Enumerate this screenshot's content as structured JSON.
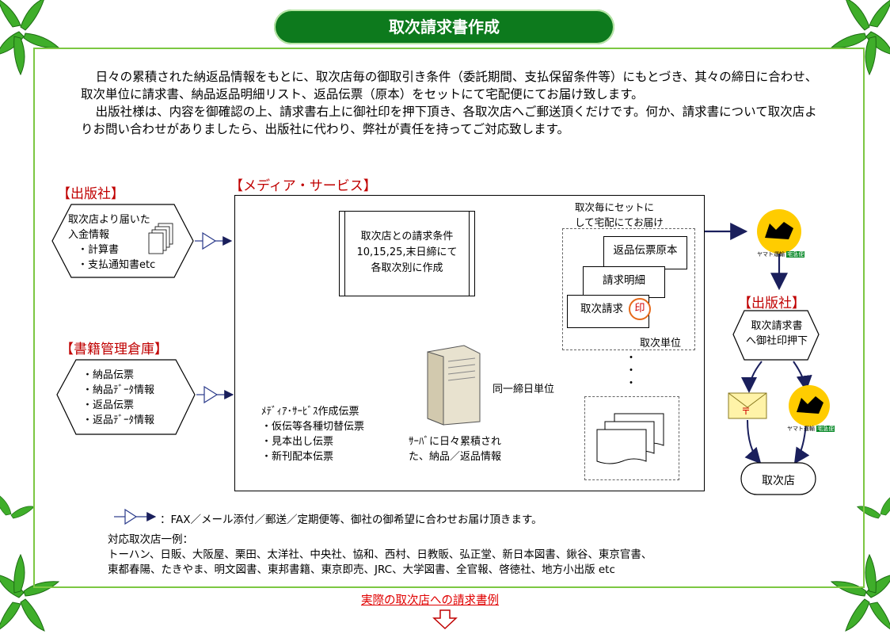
{
  "title": "取次請求書作成",
  "intro": {
    "p1": "日々の累積された納返品情報をもとに、取次店毎の御取引き条件（委託期間、支払保留条件等）にもとづき、其々の締日に合わせ、取次単位に請求書、納品返品明細リスト、返品伝票（原本）をセットにて宅配便にてお届け致します。",
    "p2": "出版社様は、内容を御確認の上、請求書右上に御社印を押下頂き、各取次店へご郵送頂くだけです。何か、請求書について取次店よりお問い合わせがありましたら、出版社に代わり、弊社が責任を持ってご対応致します。"
  },
  "publisher_left": {
    "heading": "【出版社】",
    "line1": "取次店より届いた",
    "line2": "入金情報",
    "item1": "・計算書",
    "item2": "・支払通知書etc"
  },
  "warehouse": {
    "heading": "【書籍管理倉庫】",
    "items": [
      "・納品伝票",
      "・納品ﾃﾞｰﾀ情報",
      "・返品伝票",
      "・返品ﾃﾞｰﾀ情報"
    ]
  },
  "media_service": {
    "heading": "【メディア・サービス】",
    "condition": [
      "取次店との請求条件",
      "10,15,25,末日締にて",
      "各取次別に作成"
    ],
    "slips_title": "ﾒﾃﾞｨｱ･ｻｰﾋﾞｽ作成伝票",
    "slips": [
      "・仮伝等各種切替伝票",
      "・見本出し伝票",
      "・新刊配本伝票"
    ],
    "server_caption": [
      "ｻｰﾊﾞに日々累積され",
      "た、納品／返品情報"
    ],
    "same_day": "同一締日単位",
    "set_caption": [
      "取次毎にセットに",
      "して宅配にてお届け"
    ],
    "doc_returns": "返品伝票原本",
    "doc_statement": "請求明細",
    "doc_invoice": "取次請求",
    "stamp": "印",
    "unit_label": "取次単位",
    "dots": "・\n・\n・"
  },
  "courier_label": "ヤマト運輸",
  "courier_label2": "宅急便",
  "mail_symbol": "〒",
  "publisher_right": {
    "heading": "【出版社】",
    "line1": "取次請求書",
    "line2": "へ御社印押下"
  },
  "torijiten": "取次店",
  "legend": "：FAX／メール添付／郵送／定期便等、御社の御希望に合わせお届け頂きます。",
  "agents": {
    "label": "対応取次店一例：",
    "line1": "トーハン、日販、大阪屋、栗田、太洋社、中央社、協和、西村、日教販、弘正堂、新日本図書、鍬谷、東京官書、",
    "line2": "東都春陽、たきやま、明文図書、東邦書籍、東京即売、JRC、大学図書、全官報、啓徳社、地方小出版 etc"
  },
  "footer_link": "実際の取次店への請求書例",
  "colors": {
    "green": "#0d7a1d",
    "frame": "#7cc742",
    "red": "#c00000",
    "navy": "#1a1f5c",
    "darkred": "#8b1010"
  }
}
